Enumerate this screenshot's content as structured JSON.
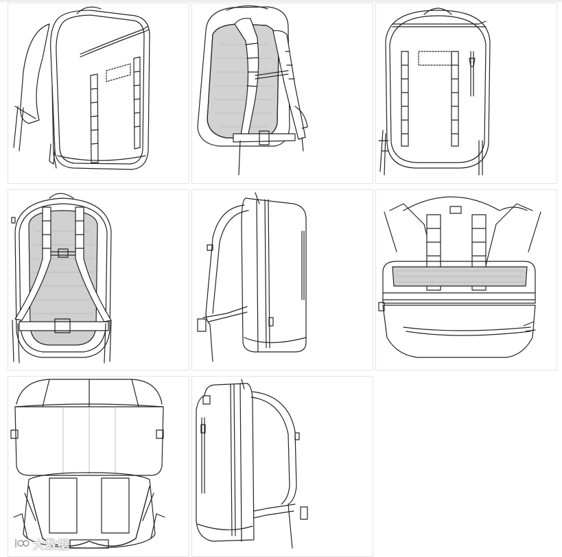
{
  "gallery": {
    "views": [
      {
        "id": "front-three-quarter"
      },
      {
        "id": "back-three-quarter"
      },
      {
        "id": "front"
      },
      {
        "id": "back"
      },
      {
        "id": "left-side"
      },
      {
        "id": "top"
      },
      {
        "id": "bottom"
      },
      {
        "id": "right-side"
      }
    ]
  },
  "watermark": {
    "text": "大数据"
  },
  "colors": {
    "line": "#222222",
    "mesh": "#cfcfcf",
    "tile_border": "#e4e4e4"
  }
}
